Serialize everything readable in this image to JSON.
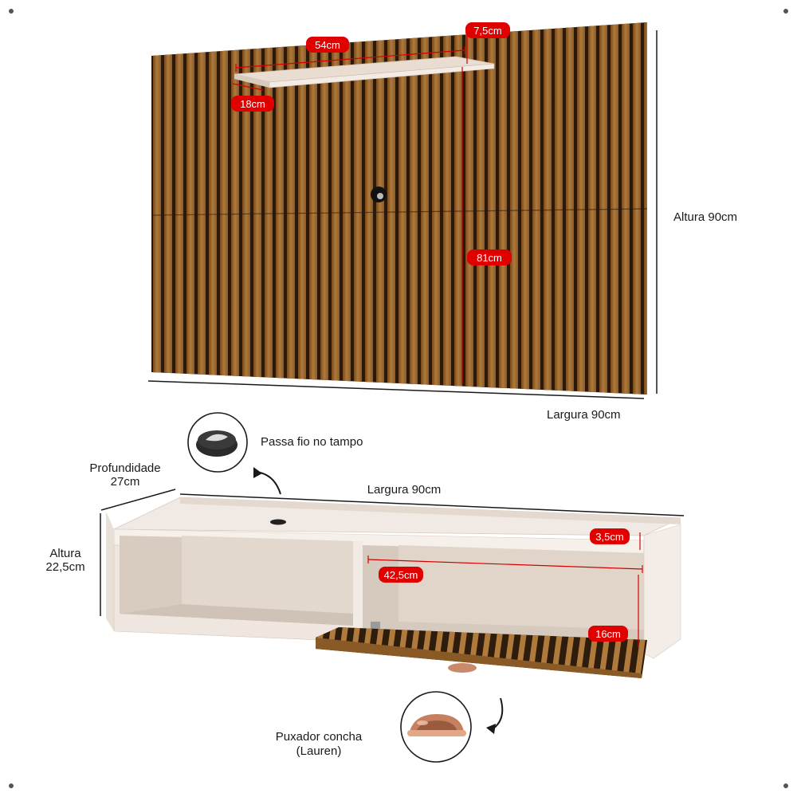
{
  "panel": {
    "height_label": "Altura 90cm",
    "width_label": "Largura 90cm",
    "shelf_width_tag": "54cm",
    "shelf_depth_tag": "18cm",
    "shelf_thickness_tag": "7,5cm",
    "height_to_shelf_tag": "81cm"
  },
  "rack": {
    "depth_label_line1": "Profundidade",
    "depth_label_line2": "27cm",
    "width_label": "Largura 90cm",
    "height_label_line1": "Altura",
    "height_label_line2": "22,5cm",
    "top_lip_tag": "3,5cm",
    "inner_width_tag": "42,5cm",
    "inner_height_tag": "16cm"
  },
  "callouts": {
    "grommet_label": "Passa fio no tampo",
    "handle_label_line1": "Puxador concha",
    "handle_label_line2": "(Lauren)"
  },
  "colors": {
    "wood_dark": "#3a2410",
    "wood_light": "#a06a30",
    "lacquer": "#efe6df",
    "tag_red": "#e00000"
  }
}
